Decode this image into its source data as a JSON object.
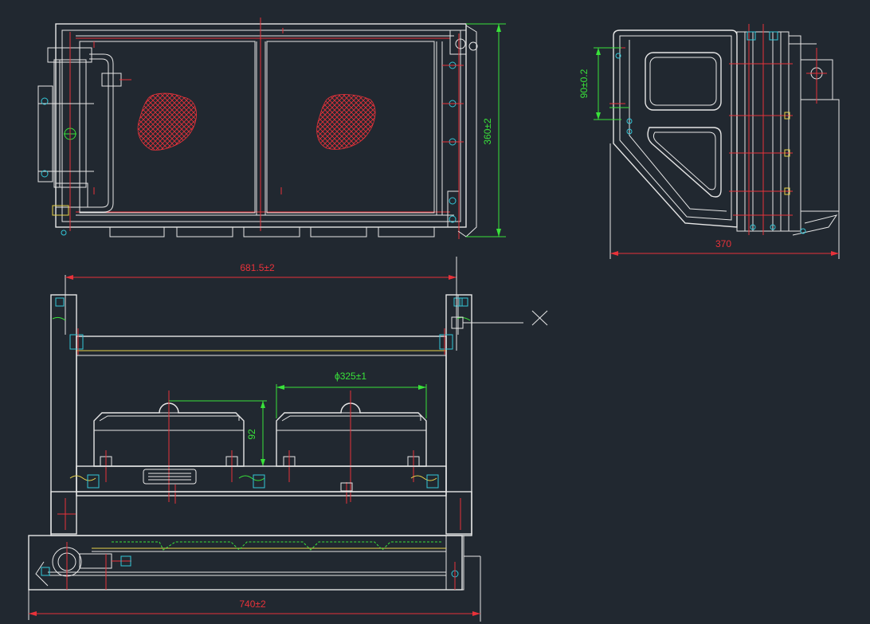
{
  "colors": {
    "background": "#212830",
    "outline": "#e6e6e6",
    "dimension_red": "#e8323a",
    "dimension_green": "#39e23a",
    "fastener_cyan": "#34c7d8",
    "highlight_yellow": "#e8d24a"
  },
  "dimensions": {
    "top_view_height": "360±2",
    "side_view_spacing": "90±0.2",
    "side_view_width": "370",
    "front_view_span": "681.5±2",
    "fan_diameter": "ϕ325±1",
    "fan_height": "92",
    "bottom_width": "740±2"
  }
}
